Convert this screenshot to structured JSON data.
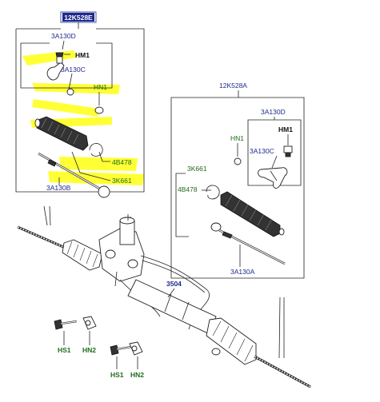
{
  "colors": {
    "highlight": "#ffff1a",
    "label_blue": "#1f2a8c",
    "label_green": "#1e6b1e",
    "selected_header_bg": "#1f2a8c",
    "selected_header_text": "#ffffff"
  },
  "left_group": {
    "header": "12K528E",
    "labels": {
      "a130d": "3A130D",
      "hm1": "HM1",
      "a130c": "3A130C",
      "hn1": "HN1",
      "b478": "4B478",
      "k661": "3K661",
      "a130b": "3A130B"
    }
  },
  "right_group": {
    "header": "12K528A",
    "labels": {
      "a130d": "3A130D",
      "hm1": "HM1",
      "hn1": "HN1",
      "a130c": "3A130C",
      "k661": "3K661",
      "b478": "4B478",
      "a130a": "3A130A"
    }
  },
  "main": {
    "rack_label": "3504",
    "hs1_a": "HS1",
    "hn2_a": "HN2",
    "hs1_b": "HS1",
    "hn2_b": "HN2"
  }
}
